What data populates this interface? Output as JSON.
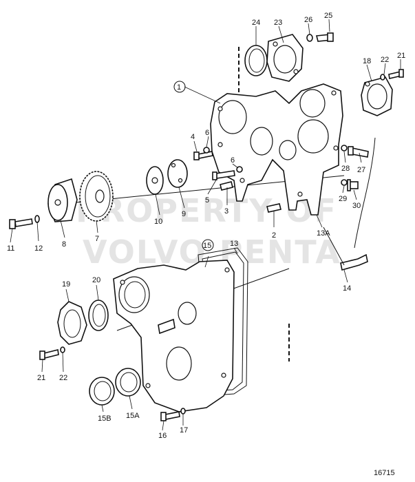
{
  "watermark": {
    "line1": "PROPERTY OF",
    "line2": "VOLVO PENTA"
  },
  "drawing_number": "16715",
  "part_labels": [
    "1",
    "2",
    "3",
    "4",
    "5",
    "6",
    "6",
    "7",
    "8",
    "9",
    "10",
    "11",
    "12",
    "13",
    "13A",
    "14",
    "15",
    "15A",
    "15B",
    "16",
    "17",
    "18",
    "19",
    "20",
    "21",
    "21",
    "22",
    "22",
    "23",
    "24",
    "25",
    "26",
    "27",
    "28",
    "29",
    "30"
  ]
}
